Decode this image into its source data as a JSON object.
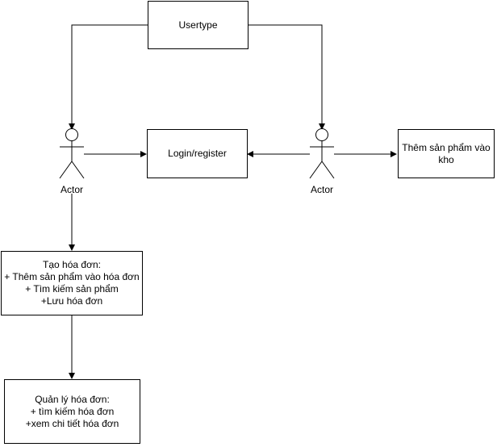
{
  "nodes": {
    "usertype": {
      "text": "Usertype"
    },
    "login": {
      "text": "Login/register"
    },
    "add_to_stock": {
      "lines": [
        "Thêm sản phẩm vào",
        "kho"
      ]
    },
    "create_invoice": {
      "lines": [
        "Tạo hóa đơn:",
        "+ Thêm sản phẩm vào hóa đơn",
        "+ Tìm kiếm sản phẩm",
        "+Lưu hóa đơn"
      ]
    },
    "manage_invoice": {
      "lines": [
        "Quản lý hóa đơn:",
        "+  tìm kiếm hóa đơn",
        "+xem chi tiết hóa đơn"
      ]
    }
  },
  "actors": {
    "left": {
      "label": "Actor"
    },
    "right": {
      "label": "Actor"
    }
  }
}
